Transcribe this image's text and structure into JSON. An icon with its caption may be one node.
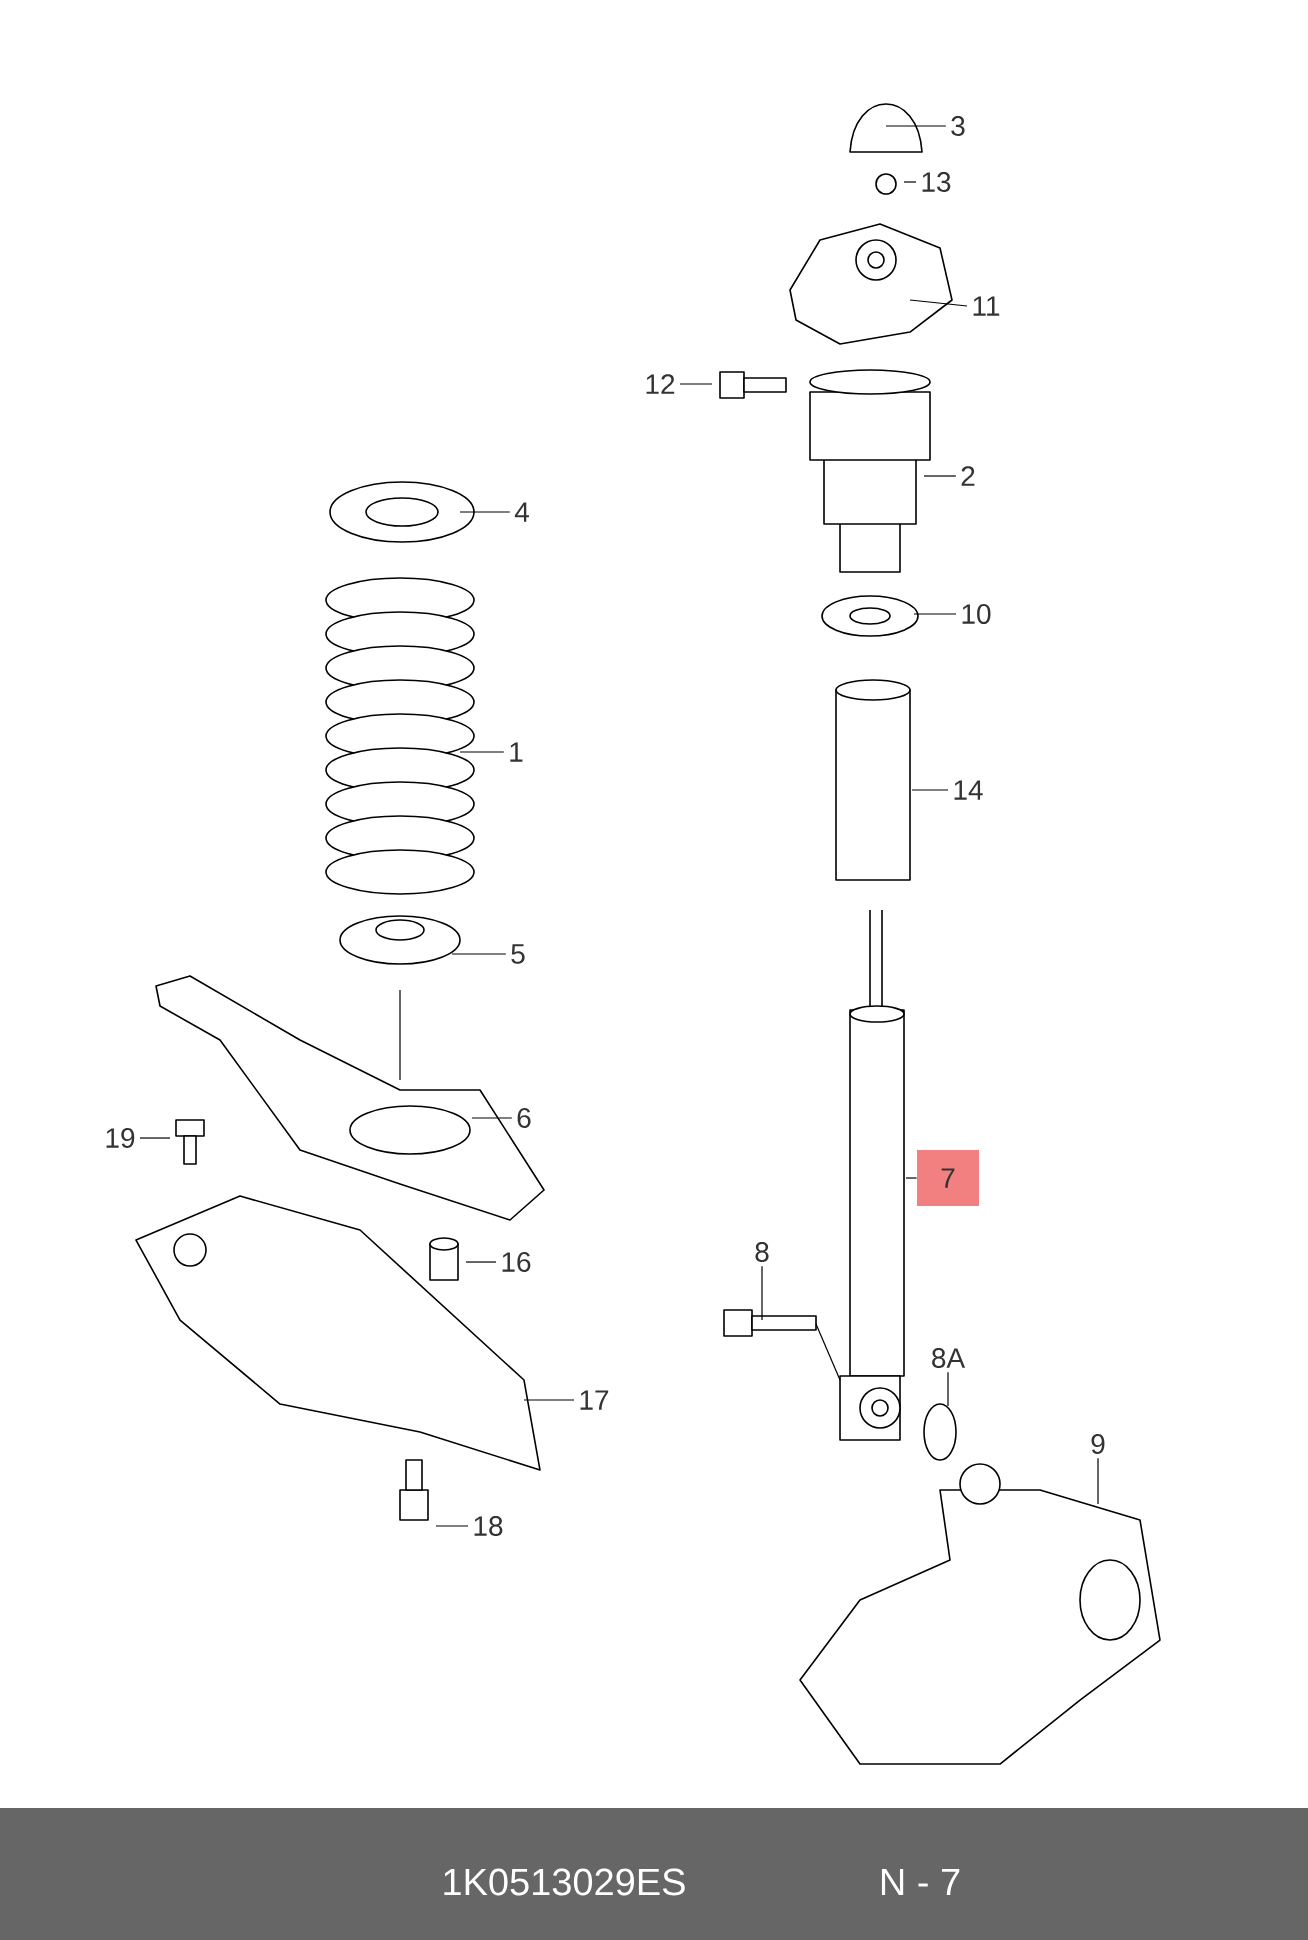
{
  "diagram": {
    "nodes": [
      {
        "text": [
          "3"
        ]
      },
      {
        "text": [
          "13"
        ]
      },
      {
        "text": [
          "11"
        ]
      },
      {
        "text": [
          "12"
        ]
      },
      {
        "text": [
          "2"
        ]
      },
      {
        "text": [
          "4"
        ]
      },
      {
        "text": [
          "10"
        ]
      },
      {
        "text": [
          "1"
        ]
      },
      {
        "text": [
          "14"
        ]
      },
      {
        "text": [
          "5"
        ]
      },
      {
        "text": [
          "6"
        ]
      },
      {
        "text": [
          "19"
        ]
      },
      {
        "text": [
          "7"
        ]
      },
      {
        "text": [
          "16"
        ]
      },
      {
        "text": [
          "8"
        ]
      },
      {
        "text": [
          "8A"
        ]
      },
      {
        "text": [
          "17"
        ]
      },
      {
        "text": [
          "9"
        ]
      },
      {
        "text": [
          "18"
        ]
      }
    ],
    "edges": [
      {
        "from": 0,
        "to": null,
        "arrow": "none"
      },
      {
        "from": 1,
        "to": null,
        "arrow": "none"
      },
      {
        "from": 2,
        "to": null,
        "arrow": "none"
      },
      {
        "from": 3,
        "to": null,
        "arrow": "none"
      },
      {
        "from": 4,
        "to": null,
        "arrow": "none"
      },
      {
        "from": 5,
        "to": null,
        "arrow": "none"
      },
      {
        "from": 6,
        "to": null,
        "arrow": "none"
      },
      {
        "from": 7,
        "to": null,
        "arrow": "none"
      },
      {
        "from": 8,
        "to": null,
        "arrow": "none"
      },
      {
        "from": 9,
        "to": null,
        "arrow": "none"
      },
      {
        "from": 10,
        "to": null,
        "arrow": "none"
      },
      {
        "from": 11,
        "to": null,
        "arrow": "none"
      },
      {
        "from": 12,
        "to": null,
        "arrow": "none"
      },
      {
        "from": 13,
        "to": null,
        "arrow": "none"
      },
      {
        "from": 14,
        "to": null,
        "arrow": "none"
      },
      {
        "from": 15,
        "to": null,
        "arrow": "none"
      },
      {
        "from": 16,
        "to": null,
        "arrow": "none"
      },
      {
        "from": 17,
        "to": null,
        "arrow": "none"
      },
      {
        "from": 18,
        "to": null,
        "arrow": "none"
      }
    ],
    "labels": [
      "1K0513029ES",
      "N - 7"
    ]
  }
}
